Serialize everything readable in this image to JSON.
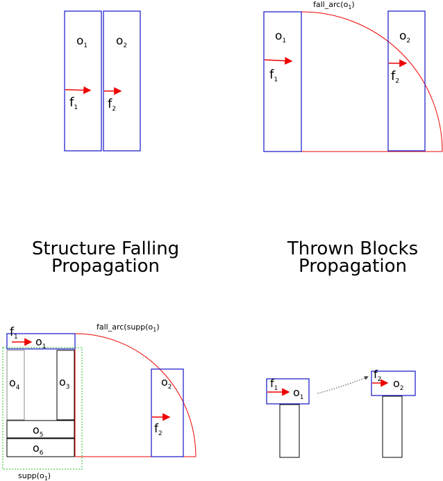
{
  "colors": {
    "block": "#2222cc",
    "force": "#ee0000",
    "arc": "#ee0000",
    "support": "#22bb22",
    "neutral": "#000000",
    "dotted": "#444444"
  },
  "panel_top_left": {
    "o1": {
      "main": "o",
      "sub": "1"
    },
    "o2": {
      "main": "o",
      "sub": "2"
    },
    "f1": {
      "main": "f",
      "sub": "1"
    },
    "f2": {
      "main": "f",
      "sub": "2"
    }
  },
  "panel_top_right": {
    "arc_label": {
      "main": "fall_arc(o",
      "sub": "1",
      "close": ")"
    },
    "o1": {
      "main": "o",
      "sub": "1"
    },
    "o2": {
      "main": "o",
      "sub": "2"
    },
    "f1": {
      "main": "f",
      "sub": "1"
    },
    "f2": {
      "main": "f",
      "sub": "2"
    }
  },
  "captions": {
    "structure_falling": [
      "Structure Falling",
      "Propagation"
    ],
    "thrown_blocks": [
      "Thrown Blocks",
      "Propagation"
    ]
  },
  "panel_bottom_left": {
    "arc_label": {
      "main": "fall_arc(supp(o",
      "sub": "1",
      "close": ")"
    },
    "supp_label": {
      "main": "supp(o",
      "sub": "1",
      "close": ")"
    },
    "f1": {
      "main": "f",
      "sub": "1"
    },
    "o1": {
      "main": "o",
      "sub": "1"
    },
    "o2": {
      "main": "o",
      "sub": "2"
    },
    "o3": {
      "main": "o",
      "sub": "3"
    },
    "o4": {
      "main": "o",
      "sub": "4"
    },
    "o5": {
      "main": "o",
      "sub": "5"
    },
    "o6": {
      "main": "o",
      "sub": "6"
    },
    "f2": {
      "main": "f",
      "sub": "2"
    }
  },
  "panel_bottom_right": {
    "f1": {
      "main": "f",
      "sub": "1"
    },
    "o1": {
      "main": "o",
      "sub": "1"
    },
    "f2": {
      "main": "f",
      "sub": "2"
    },
    "o2": {
      "main": "o",
      "sub": "2"
    }
  }
}
